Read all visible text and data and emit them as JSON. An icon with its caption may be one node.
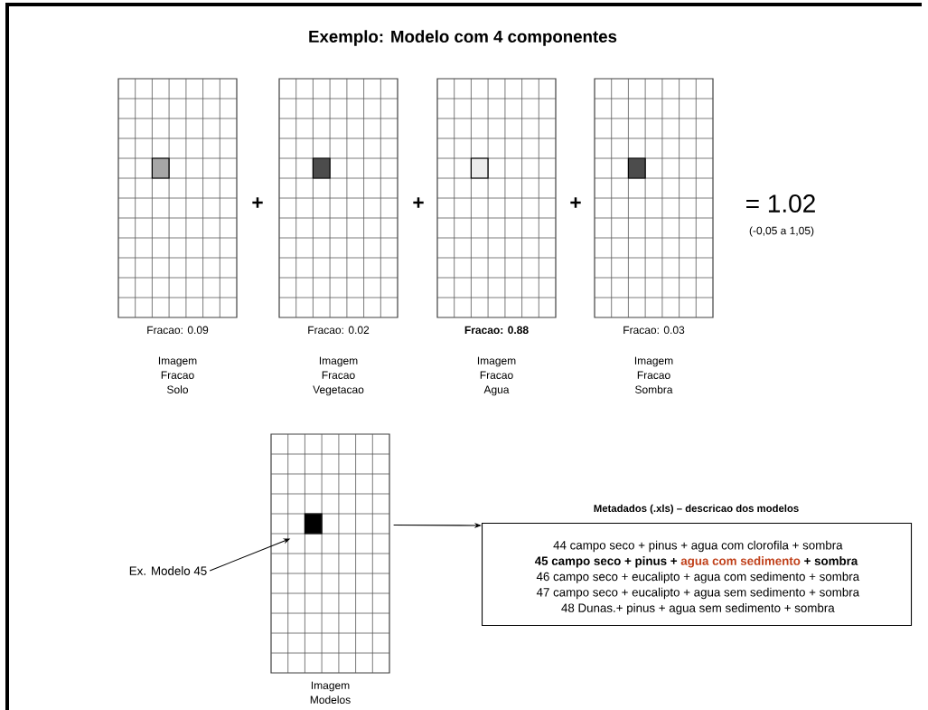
{
  "diagram": {
    "title": "Exemplo: Modelo com 4 componentes",
    "nodes": [
      {
        "text": [],
        "shape": "grid",
        "beside": [
          "Fracao:  0.09",
          "Imagem Fracao Solo"
        ]
      },
      {
        "text": [],
        "shape": "grid",
        "beside": [
          "Fracao: 0.02",
          "Imagem Fracao Vegetacao"
        ]
      },
      {
        "text": [],
        "shape": "grid",
        "beside": [
          "Fracao: 0.88",
          "Imagem Fracao Agua"
        ]
      },
      {
        "text": [],
        "shape": "grid",
        "beside": [
          "Fracao: 0.03",
          "Imagem Fracao Sombra"
        ]
      },
      {
        "text": [],
        "shape": "grid",
        "beside": [
          "Imagem Modelos"
        ]
      },
      {
        "text": [
          "Metadados (.xls) – descricao dos modelos",
          "44 campo seco + pinus + agua com clorofila + sombra",
          "45 campo seco + pinus +",
          "agua com sedimento",
          "+ sombra",
          "46 campo seco + eucalipto + agua com sedimento + sombra",
          "47 campo seco + eucalipto + agua sem sedimento + sombra",
          "48 Dunas.+ pinus + agua sem sedimento + sombra"
        ]
      },
      {
        "text": [
          "Ex. Modelo 45"
        ]
      }
    ],
    "edges": [
      {
        "from": 6,
        "to": 4,
        "arrow": "to"
      },
      {
        "from": 4,
        "to": 5,
        "arrow": "to"
      }
    ],
    "labels": [
      "+",
      "+",
      "+",
      "= 1.02",
      "(-0,05 a 1,05)"
    ]
  }
}
